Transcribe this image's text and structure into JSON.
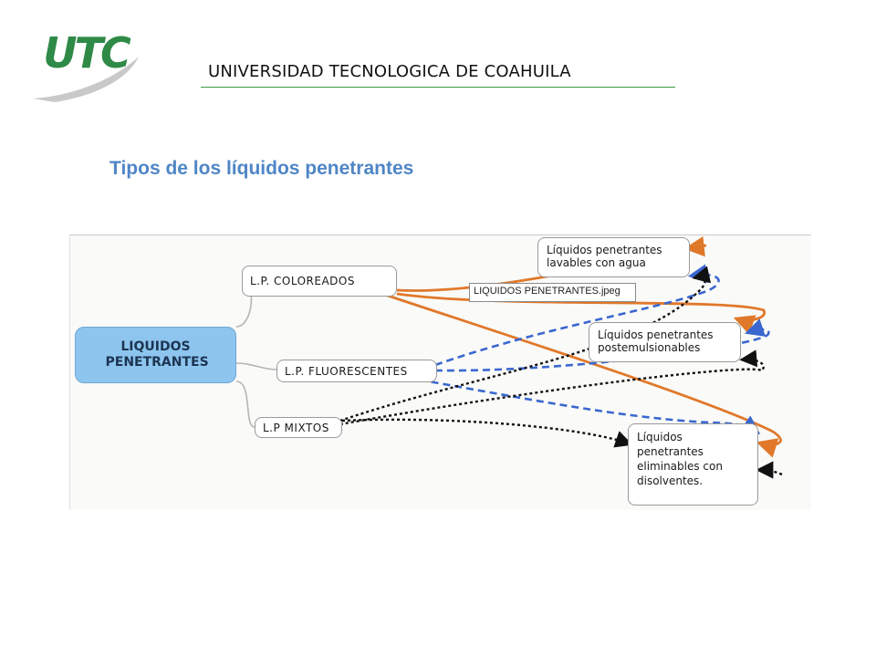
{
  "header": {
    "logo_text": "UTC",
    "university_name": "UNIVERSIDAD TECNOLOGICA DE COAHUILA"
  },
  "slide": {
    "title": "Tipos  de los líquidos penetrantes"
  },
  "diagram": {
    "central_node": "LIQUIDOS PENETRANTES",
    "categories": [
      "L.P. COLOREADOS",
      "L.P. FLUORESCENTES",
      "L.P MIXTOS"
    ],
    "targets": [
      "Líquidos penetrantes lavables con agua",
      "Líquidos penetrantes postemulsionables",
      "Líquidos penetrantes eliminables con disolventes."
    ],
    "file_label": "LIQUIDOS PENETRANTES.jpeg",
    "colors": {
      "coloreados_arrows": "#e0782a",
      "fluorescentes_arrows": "#3a67d0",
      "mixtos_arrows": "#111111",
      "central_fill": "#8ec5ef",
      "title_blue": "#4f86c6",
      "logo_green": "#2f8a47"
    }
  }
}
